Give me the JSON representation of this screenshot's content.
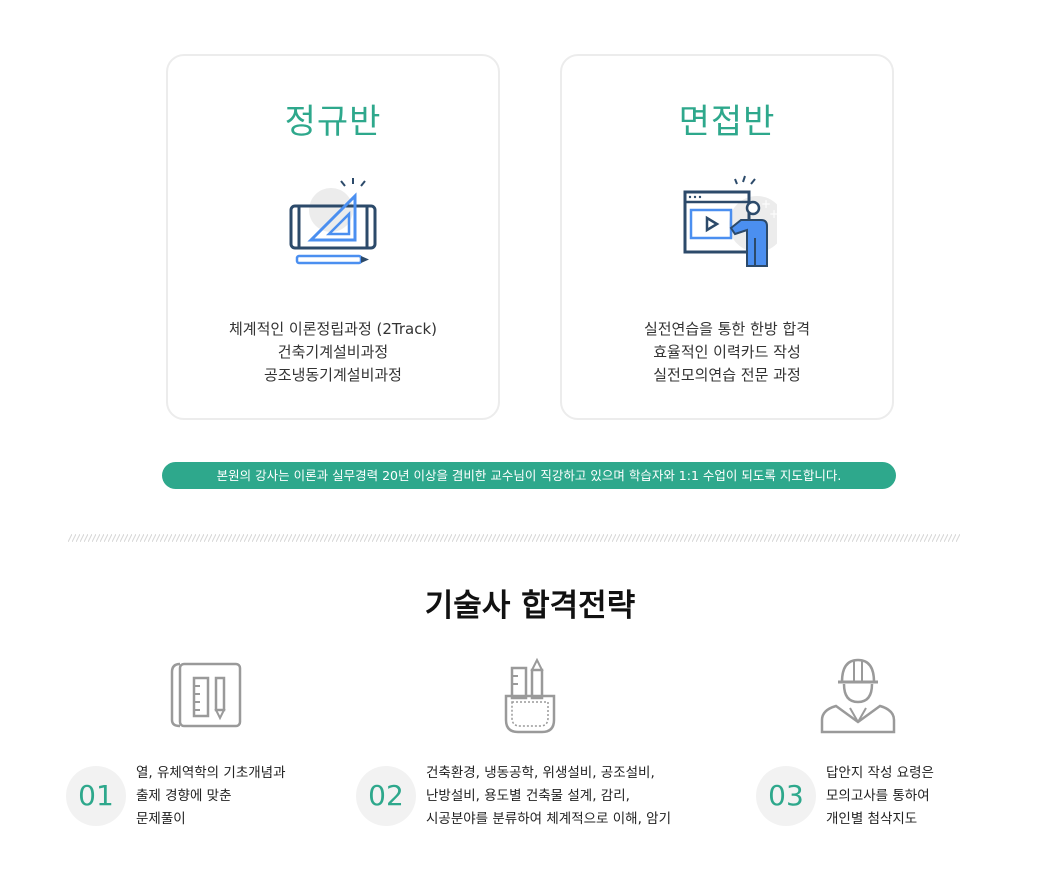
{
  "cards": {
    "regular": {
      "title": "정규반",
      "icon": "blueprint-ruler-icon",
      "lines": [
        "체계적인 이론정립과정 (2Track)",
        "건축기계설비과정",
        "공조냉동기계설비과정"
      ]
    },
    "interview": {
      "title": "면접반",
      "icon": "presentation-teacher-icon",
      "lines": [
        "실전연습을 통한 한방 합격",
        "효율적인 이력카드 작성",
        "실전모의연습 전문 과정"
      ]
    }
  },
  "notice": "본원의 강사는 이론과 실무경력 20년 이상을 겸비한 교수님이 직강하고 있으며 학습자와 1:1 수업이 되도록 지도합니다.",
  "strategy": {
    "title": "기술사 합격전략",
    "items": [
      {
        "number": "01",
        "icon": "blueprint-scroll-icon",
        "lines": [
          "열, 유체역학의 기초개념과",
          "출제 경향에 맞춘",
          "문제풀이"
        ]
      },
      {
        "number": "02",
        "icon": "tool-pocket-icon",
        "lines": [
          "건축환경, 냉동공학, 위생설비, 공조설비,",
          "난방설비, 용도별 건축물 설계, 감리,",
          "시공분야를 분류하여 체계적으로 이해, 암기"
        ]
      },
      {
        "number": "03",
        "icon": "engineer-helmet-icon",
        "lines": [
          "답안지 작성 요령은",
          "모의고사를 통하여",
          "개인별 첨삭지도"
        ]
      }
    ]
  },
  "colors": {
    "accent": "#2ea88c",
    "arrow_start": "#4cc3a6",
    "arrow_end": "#3d63d8",
    "icon_dark": "#2c4a6a",
    "icon_blue": "#4b8ff0"
  }
}
